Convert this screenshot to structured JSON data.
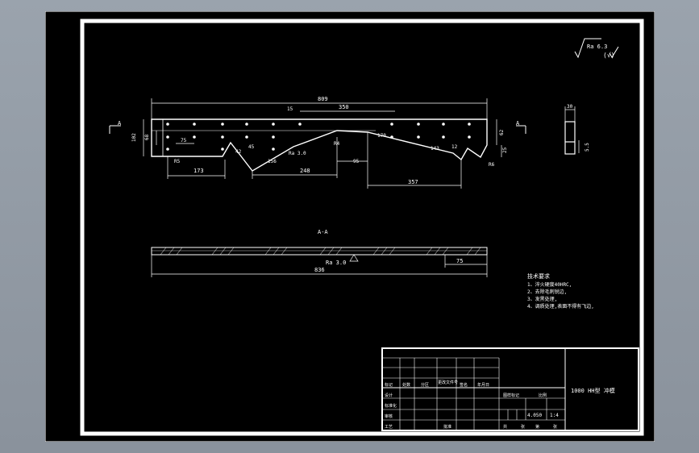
{
  "roughness": {
    "corner": "Ra 6.3",
    "corner_paren": "(√)",
    "bottom": "Ra 3.0",
    "notch": "Ra 3.0"
  },
  "dimensions": {
    "overall_length": "809",
    "inner_length": "350",
    "height_total": "102",
    "height_left": "68",
    "height_right": "62",
    "height_right_small": "25",
    "len_173": "173",
    "len_248": "248",
    "len_95": "95",
    "len_357": "357",
    "top_15": "15",
    "hole_spacing": "75",
    "angle_45": "45",
    "angle_42": "42",
    "angle_156": "156",
    "angle_170": "170",
    "angle_143": "143",
    "angle_12": "12",
    "radius_r5": "R5",
    "radius_r4": "R4",
    "radius_r6": "R6",
    "side_width": "30",
    "side_small": "5.5",
    "section_length": "836",
    "section_right": "75"
  },
  "section_label": "A-A",
  "view_arrow": "A",
  "tech_requirements": {
    "title": "技术要求",
    "items": [
      "1、淬火硬度40HRC,",
      "2、去除毛刺锐边,",
      "3、发黑处理,",
      "4、调质处理,表面不得有飞边,"
    ]
  },
  "title_block": {
    "drawing_title": "1000 HH型 冲模",
    "scale_label": "比例",
    "scale": "1:4",
    "weight": "4.050",
    "stage_label": "图样标记",
    "row_labels": [
      "设计",
      "标准化",
      "审核",
      "工艺"
    ],
    "header_labels": [
      "标记",
      "处数",
      "分区",
      "更改文件号",
      "签名",
      "年月日"
    ],
    "footer_labels": [
      "共",
      "张",
      "第",
      "张"
    ],
    "approve_label": "批准"
  }
}
